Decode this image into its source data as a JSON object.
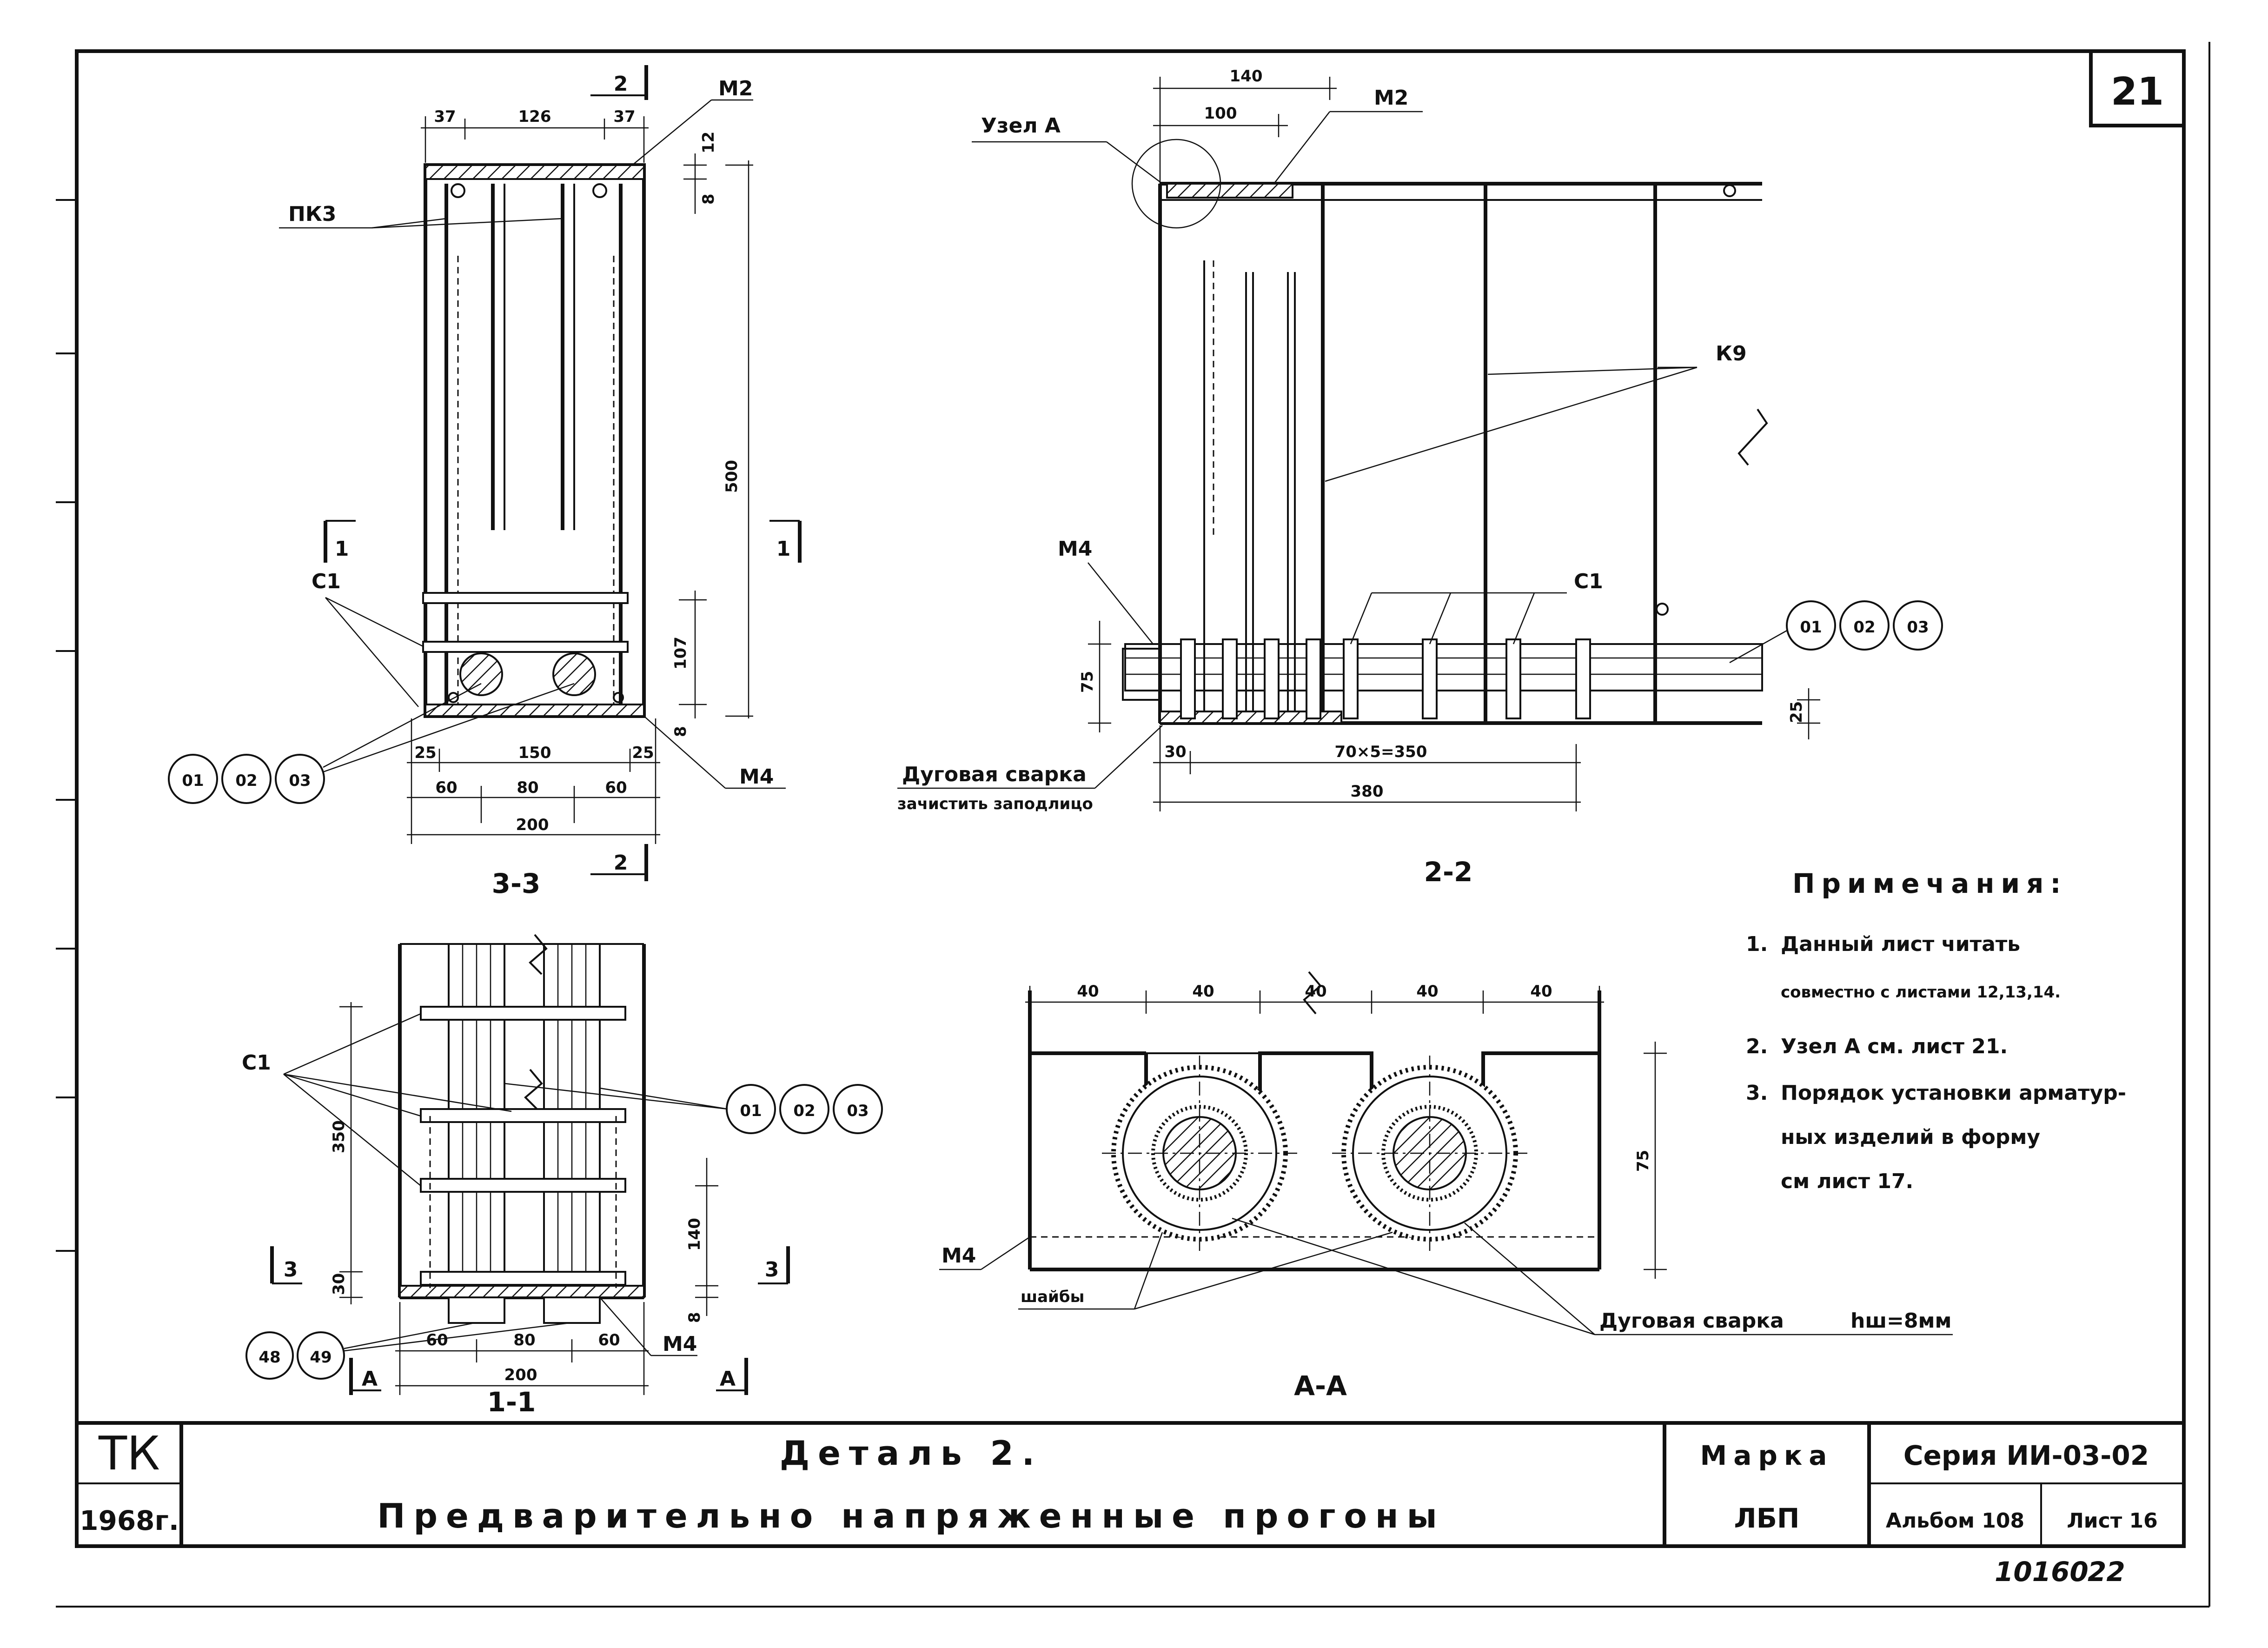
{
  "sheet": {
    "sheet_top_number": "21",
    "stamp_code": "ТК",
    "stamp_year": "1968г.",
    "title_line1": "Деталь 2.",
    "title_line2": "Предварительно напряженные прогоны",
    "mark_label": "Марка",
    "mark_value": "ЛБП",
    "series": "Серия ИИ-03-02",
    "album": "Альбом 108",
    "sheet": "Лист 16",
    "handwritten": "10160",
    "handwritten_2": "22"
  },
  "view_3_3": {
    "title": "3-3",
    "dims": {
      "top_left": "37",
      "top_mid": "126",
      "top_right": "37",
      "bottom_a": "25",
      "bottom_b": "150",
      "bottom_c": "25",
      "bottom_d": "60",
      "bottom_e": "80",
      "bottom_f": "60",
      "bottom_total": "200",
      "right_12": "12",
      "right_8": "8",
      "right_500": "500",
      "right_107": "107",
      "right_8b": "8"
    },
    "labels": {
      "m2": "М2",
      "pk3": "ПК3",
      "c1": "С1",
      "m4": "М4",
      "cut1_left": "1",
      "cut1_right": "1",
      "cut2_top": "2",
      "cut2_bottom": "2"
    },
    "circles": [
      "01",
      "02",
      "03"
    ]
  },
  "view_2_2": {
    "title": "2-2",
    "dims": {
      "d140": "140",
      "d100": "100",
      "d30": "30",
      "d_span": "70×5=350",
      "d380": "380",
      "d75": "75",
      "d25": "25"
    },
    "labels": {
      "uzel_a": "Узел А",
      "m2": "М2",
      "k9": "К9",
      "m4": "М4",
      "c1": "С1",
      "weld_1": "Дуговая сварка",
      "weld_2": "зачистить заподлицо"
    },
    "circles": [
      "01",
      "02",
      "03"
    ]
  },
  "view_1_1": {
    "title": "1-1",
    "dims": {
      "d350": "350",
      "d30": "30",
      "d140": "140",
      "d8": "8",
      "d60a": "60",
      "d80": "80",
      "d60b": "60",
      "d200": "200"
    },
    "labels": {
      "c1": "С1",
      "m4": "М4",
      "cut3_left": "3",
      "cut3_right": "3",
      "cutA_left": "А",
      "cutA_right": "А"
    },
    "circles_top": [
      "01",
      "02",
      "03"
    ],
    "circles_bottom": [
      "48",
      "49"
    ]
  },
  "view_a_a": {
    "title": "А-А",
    "dims": [
      "40",
      "40",
      "40",
      "40",
      "40"
    ],
    "d75": "75",
    "labels": {
      "m4": "М4",
      "washers": "шайбы",
      "weld": "Дуговая сварка",
      "weld_h": "hш=8мм"
    }
  },
  "notes": {
    "heading": "Примечания:",
    "n1_num": "1.",
    "n1_line1": "Данный лист читать",
    "n1_line2": "совместно с листами 12,13,14.",
    "n2_num": "2.",
    "n2_line1": "Узел А см. лист 21.",
    "n3_num": "3.",
    "n3_line1": "Порядок установки арматур-",
    "n3_line2": "ных изделий в форму",
    "n3_line3": "см лист 17."
  }
}
